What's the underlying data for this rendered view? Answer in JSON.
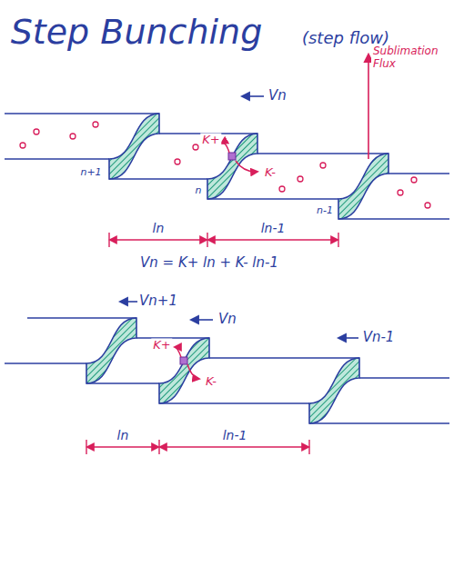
{
  "diagram": {
    "title": "Step Bunching",
    "labels": [
      "(step flow)",
      "Vn",
      "Sublimation Flux",
      "n+1",
      "K+",
      "K-",
      "n",
      "n-1",
      "ln",
      "ln-1",
      "Vn = K+ ln + K- ln-1",
      "Vn+1",
      "Vn",
      "Vn-1",
      "K+",
      "K-",
      "ln",
      "ln-1"
    ]
  }
}
